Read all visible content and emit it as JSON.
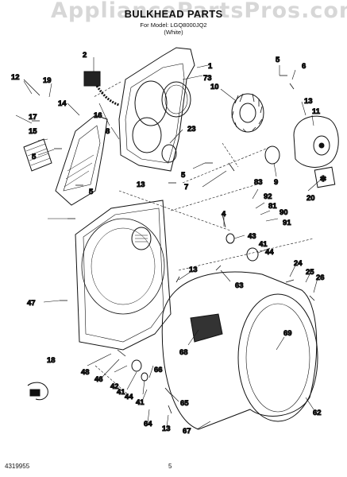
{
  "watermark": "AppliancePartsPros.com",
  "header": {
    "title": "BULKHEAD PARTS",
    "subtitle_line1": "For Model: LGQ8000JQ2",
    "subtitle_line2": "(White)"
  },
  "footer": {
    "doc_number": "4319955",
    "page_number": "5"
  },
  "callouts": [
    "1",
    "2",
    "73",
    "10",
    "5",
    "6",
    "12",
    "19",
    "14",
    "16",
    "8",
    "23",
    "13",
    "11",
    "9",
    "5",
    "7",
    "17",
    "15",
    "5",
    "5",
    "13",
    "83",
    "92",
    "81",
    "90",
    "91",
    "20",
    "4",
    "43",
    "41",
    "44",
    "13",
    "63",
    "24",
    "25",
    "26",
    "47",
    "68",
    "69",
    "18",
    "48",
    "46",
    "42",
    "41",
    "44",
    "66",
    "41",
    "65",
    "64",
    "13",
    "67",
    "62"
  ]
}
